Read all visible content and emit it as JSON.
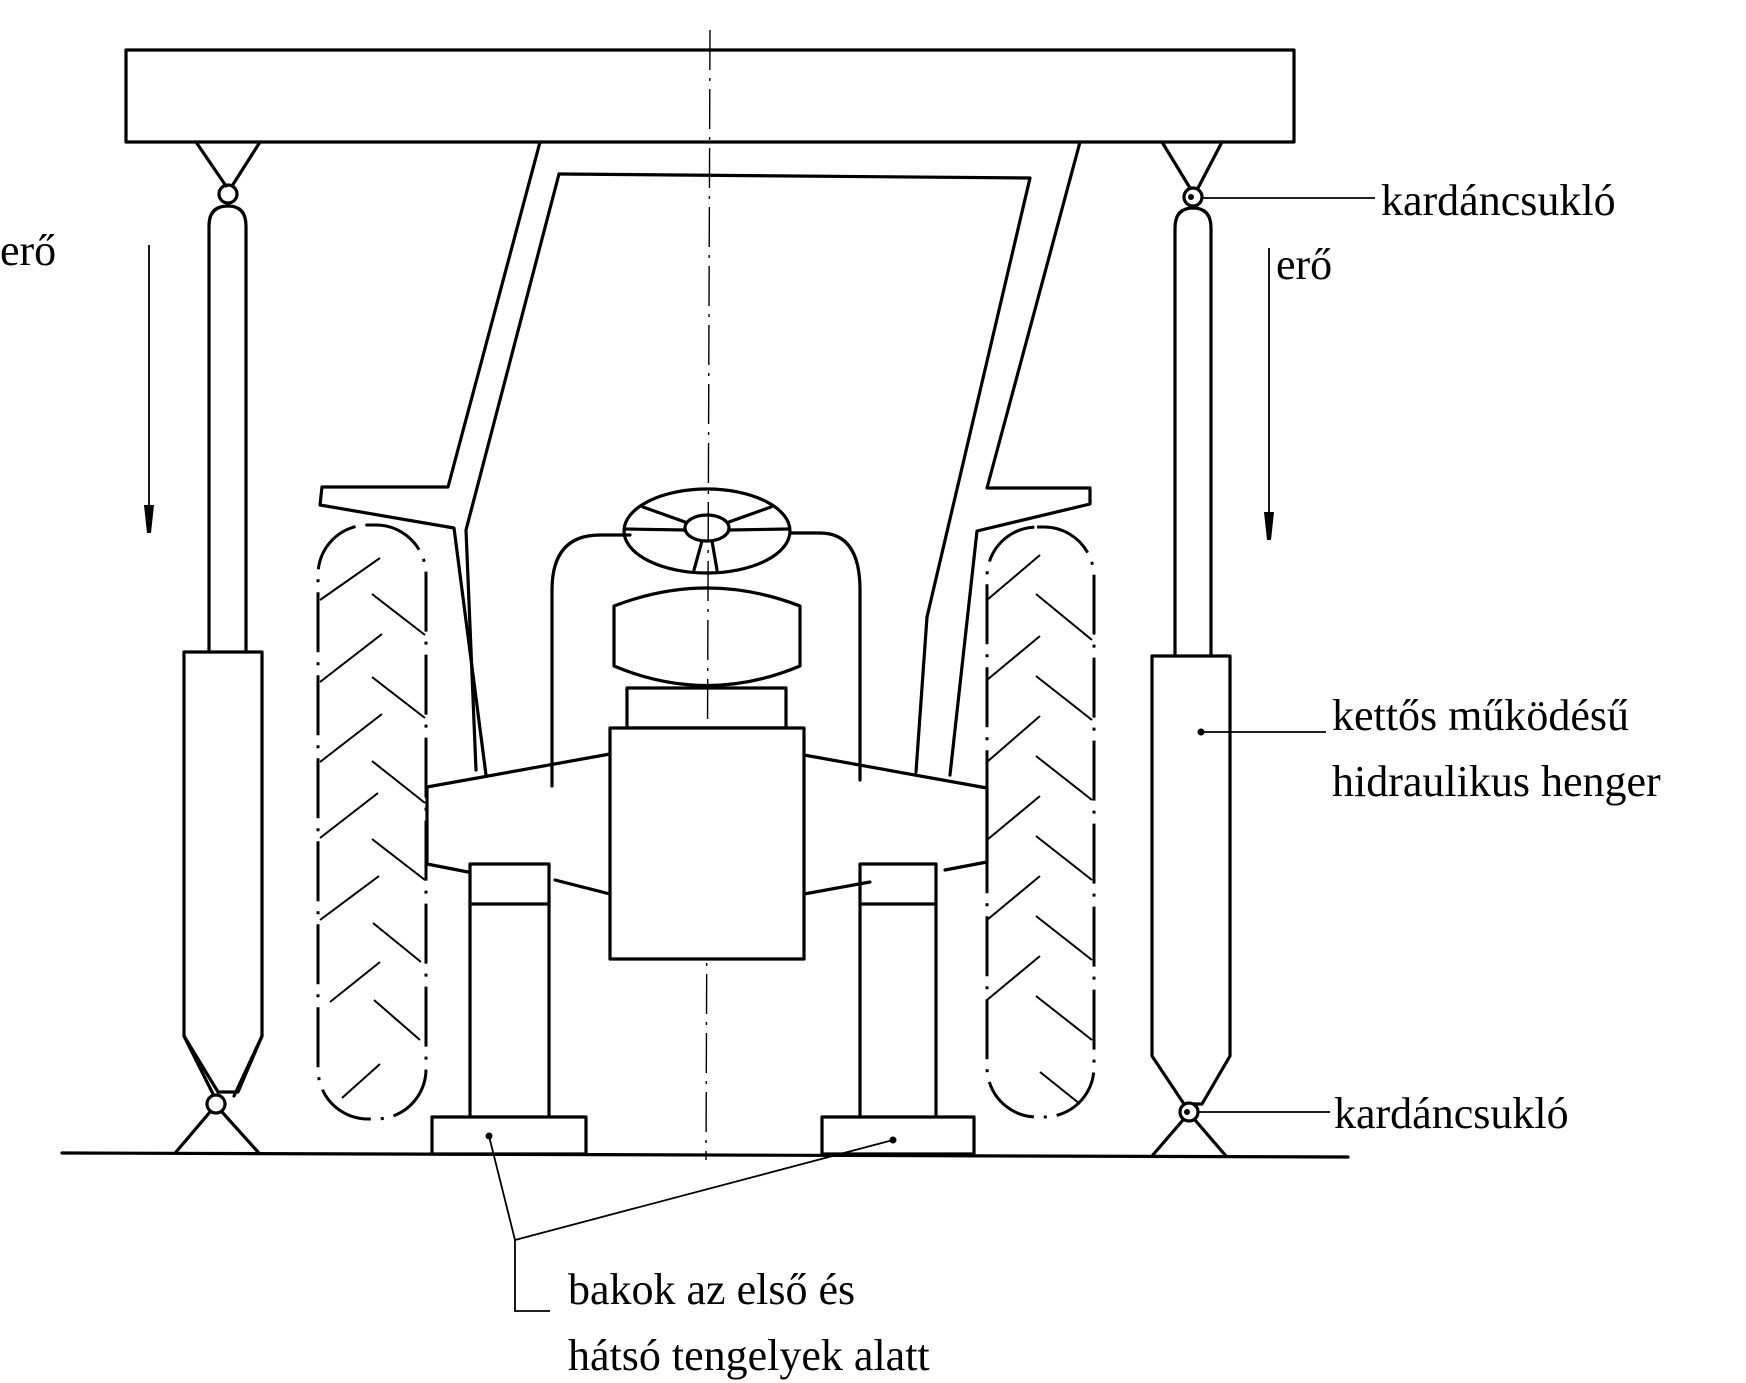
{
  "diagram": {
    "title": "Tractor lifting rig with double-acting hydraulic cylinders (front view)",
    "labels": {
      "force_left": "erő",
      "force_right": "erő",
      "universal_joint_top": "kardáncsukló",
      "universal_joint_bottom": "kardáncsukló",
      "cylinder_line1": "kettős működésű",
      "cylinder_line2": "hidraulikus henger",
      "supports_line1": "bakok az első és",
      "supports_line2": "hátsó tengelyek alatt"
    },
    "colors": {
      "stroke": "#000000",
      "background": "#ffffff"
    }
  }
}
